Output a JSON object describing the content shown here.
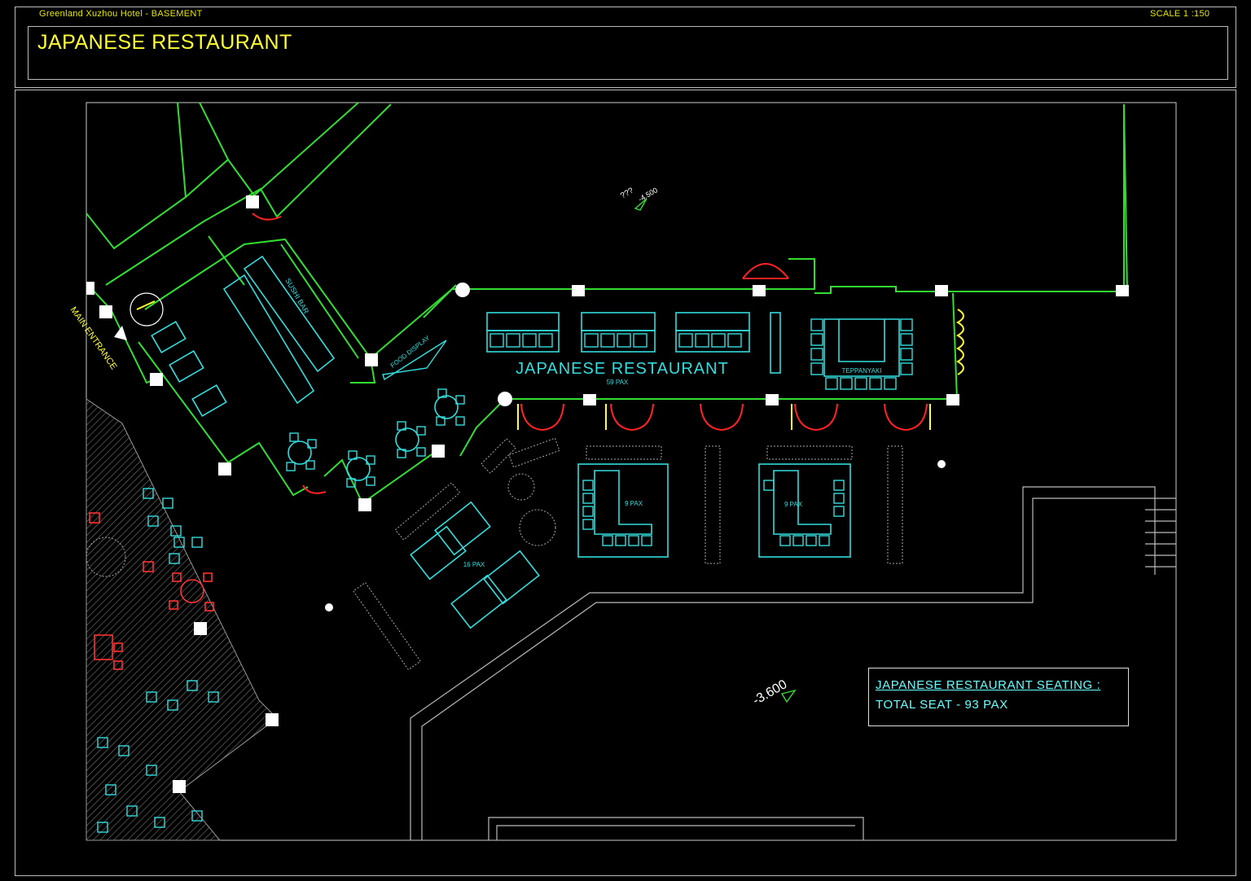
{
  "sheet": {
    "project": "Greenland Xuzhou Hotel - BASEMENT",
    "scale": "SCALE 1 :150",
    "title": "JAPANESE RESTAURANT"
  },
  "plan_labels": {
    "restaurant_name": "JAPANESE RESTAURANT",
    "restaurant_pax": "59 PAX",
    "main_entrance": "MAIN ENTRANCE",
    "sushi_bar": "SUSHI BAR",
    "food_display": "FOOD DISPLAY",
    "teppanyaki": "TEPPANYAKI",
    "room_a_pax": "9 PAX",
    "room_b_pax": "9 PAX",
    "group_pax": "16 PAX",
    "level_unknown": "???",
    "level_a": "-4.500",
    "level_b": "-3.600"
  },
  "seating_summary": {
    "title": "JAPANESE RESTAURANT SEATING :",
    "total": "TOTAL SEAT - 93 PAX"
  },
  "colors": {
    "wall": "#33dd33",
    "furniture": "#33dddd",
    "door": "#ff2222",
    "text_yellow": "#ffff33",
    "frame": "#bbbbbb"
  }
}
